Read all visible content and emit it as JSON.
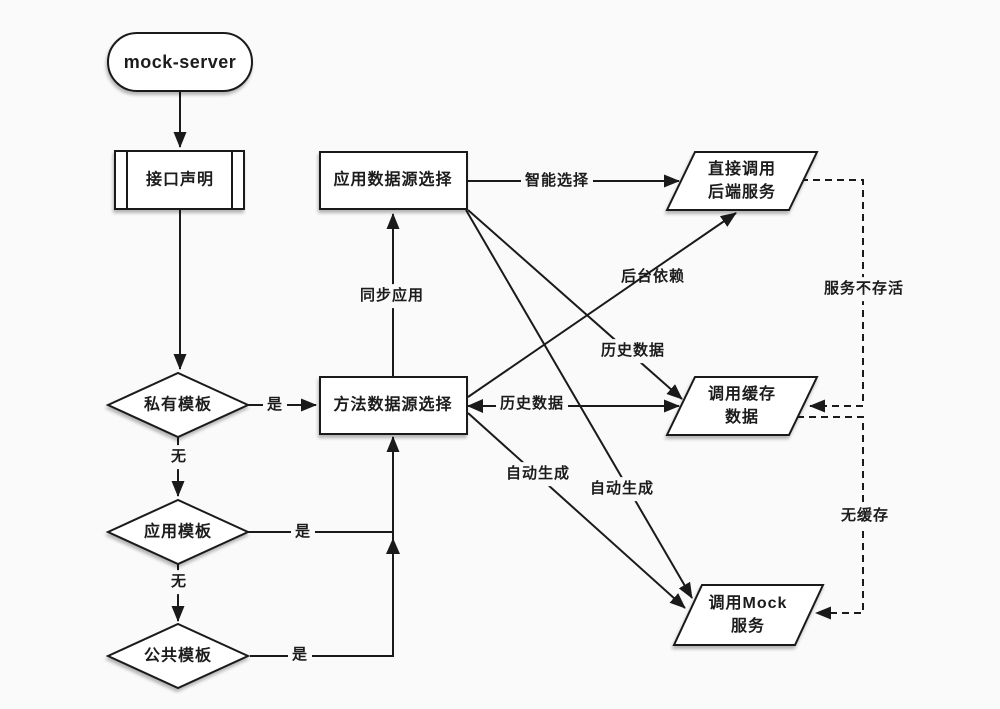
{
  "diagram": {
    "title_node": "mock-server",
    "colors": {
      "background": "#fafafa",
      "stroke": "#1a1a1a",
      "shape_fill": "#ffffff"
    },
    "nodes": {
      "start": {
        "label": "mock-server",
        "type": "terminator"
      },
      "interface_decl": {
        "label": "接口声明",
        "type": "predefined-process"
      },
      "app_datasource": {
        "label": "应用数据源选择",
        "type": "process"
      },
      "method_datasource": {
        "label": "方法数据源选择",
        "type": "process"
      },
      "private_template": {
        "label": "私有模板",
        "type": "decision"
      },
      "app_template": {
        "label": "应用模板",
        "type": "decision"
      },
      "public_template": {
        "label": "公共模板",
        "type": "decision"
      },
      "call_backend": {
        "label_line1": "直接调用",
        "label_line2": "后端服务",
        "type": "data"
      },
      "call_cache": {
        "label_line1": "调用缓存",
        "label_line2": "数据",
        "type": "data"
      },
      "call_mock": {
        "label_line1": "调用Mock",
        "label_line2": "服务",
        "type": "data"
      }
    },
    "edge_labels": {
      "smart_select": "智能选择",
      "sync_app": "同步应用",
      "backend_dependency": "后台依赖",
      "history_data_upper": "历史数据",
      "history_data_lower": "历史数据",
      "auto_generate_left": "自动生成",
      "auto_generate_right": "自动生成",
      "service_not_alive": "服务不存活",
      "no_cache": "无缓存",
      "yes_private": "是",
      "yes_app": "是",
      "yes_public": "是",
      "none_1": "无",
      "none_2": "无"
    }
  }
}
